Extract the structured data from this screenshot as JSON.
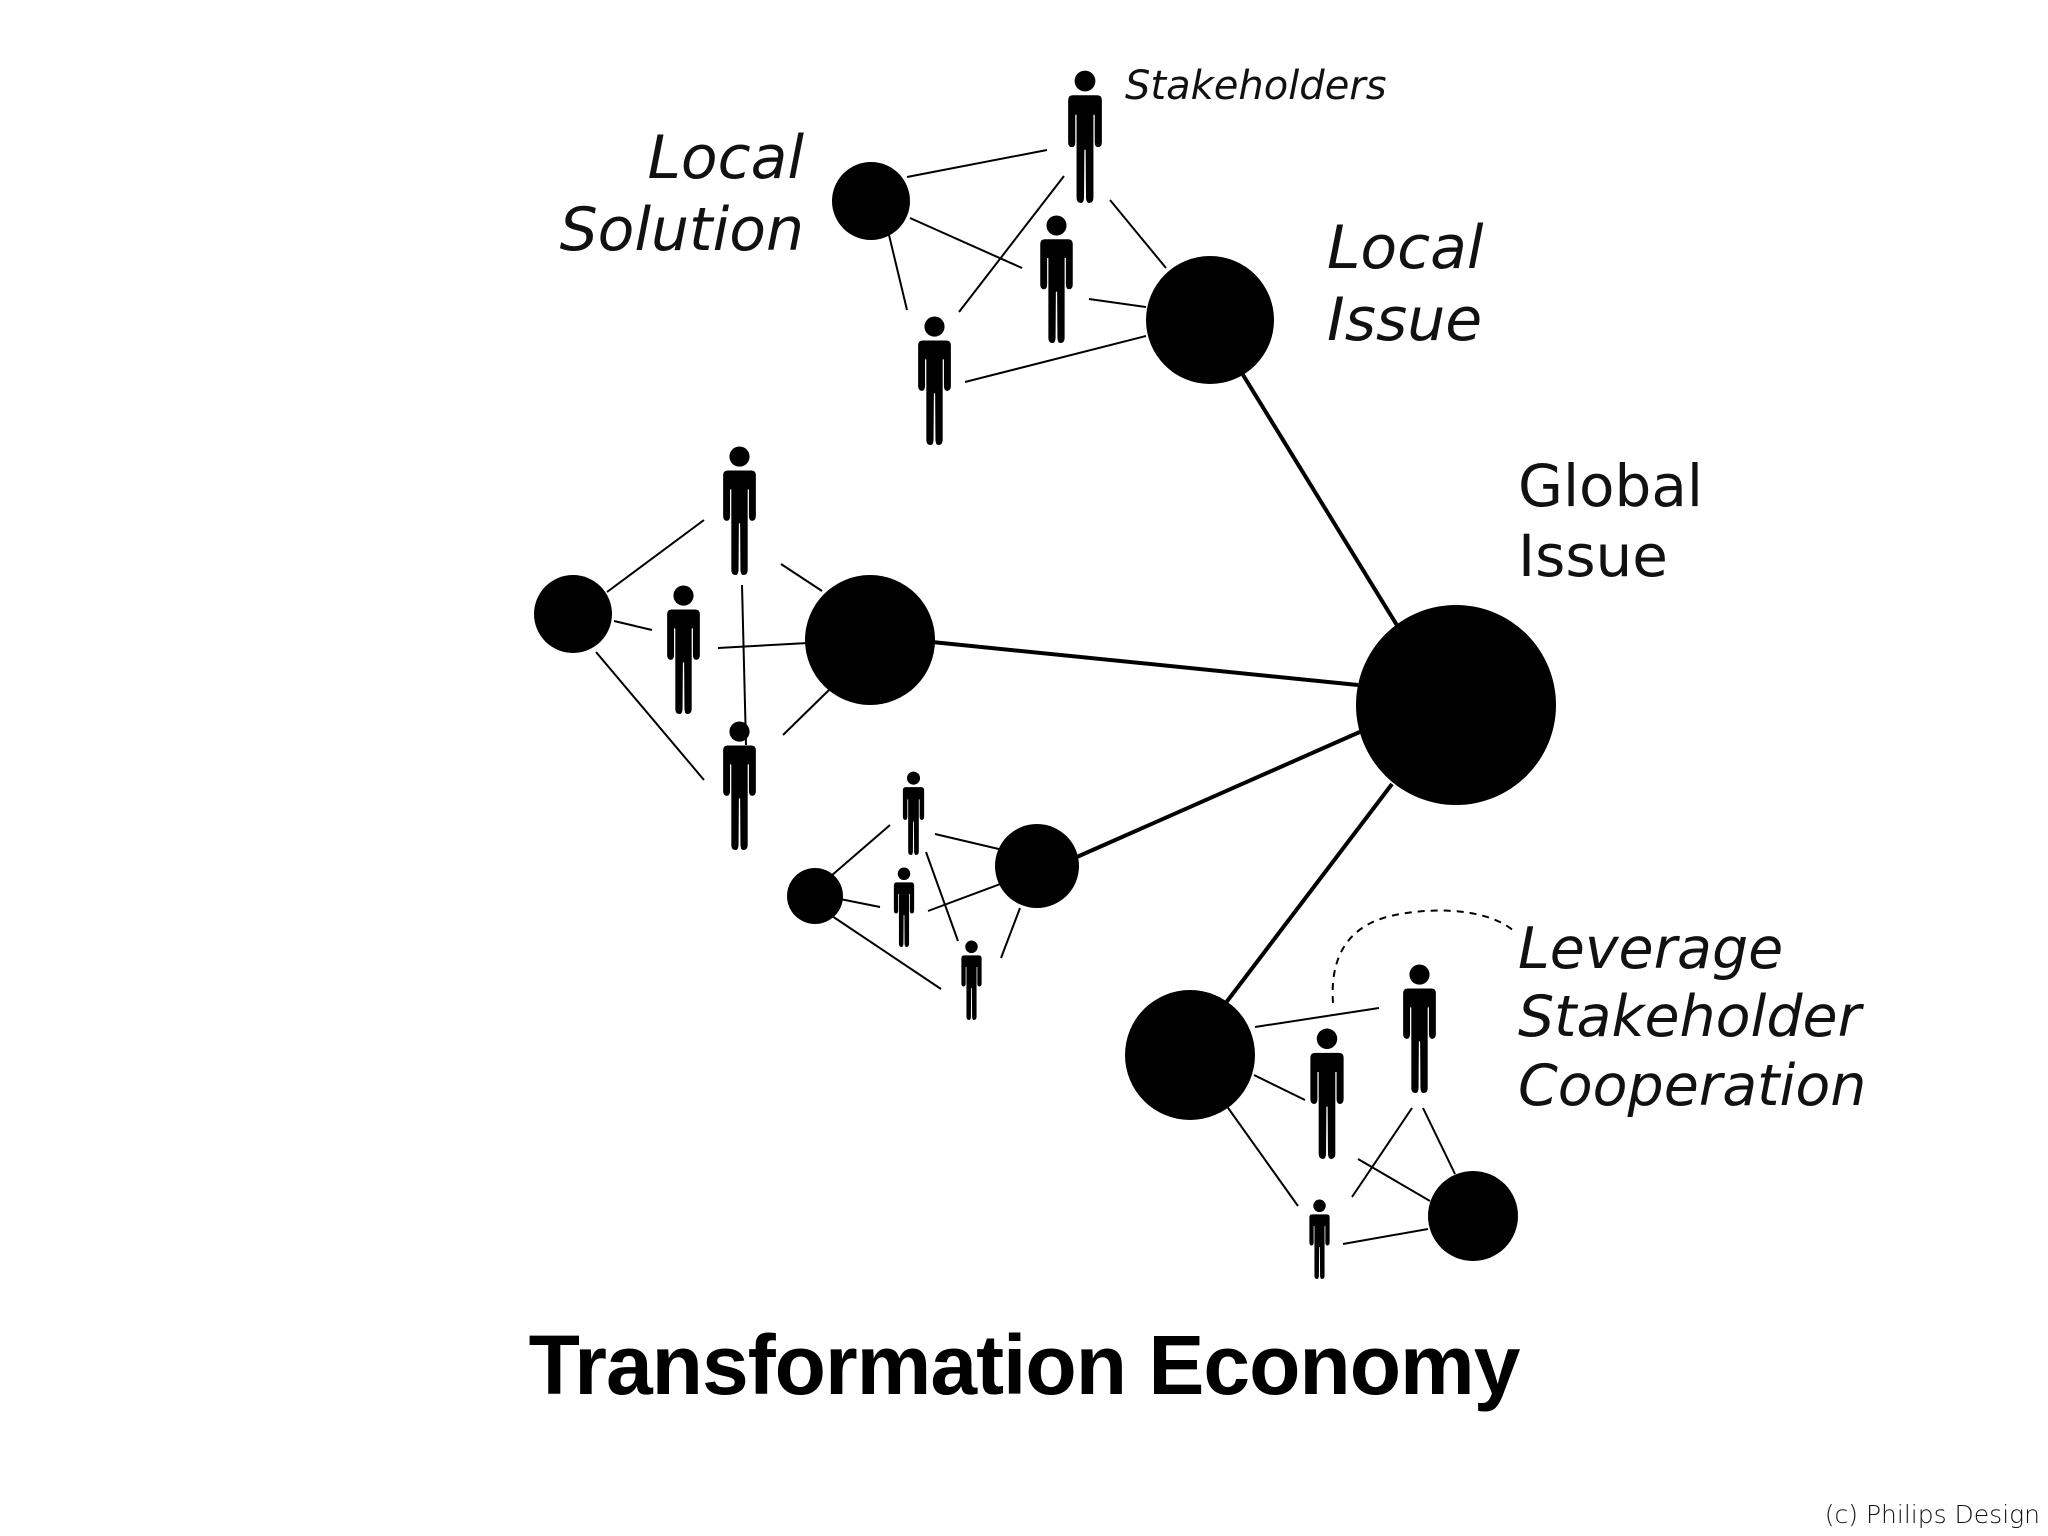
{
  "diagram": {
    "title": "Transformation Economy",
    "labels": {
      "stakeholders": "Stakeholders",
      "local_solution": [
        "Local",
        "Solution"
      ],
      "local_issue": [
        "Local",
        "Issue"
      ],
      "global_issue": [
        "Global",
        "Issue"
      ],
      "leverage": [
        "Leverage",
        "Stakeholder",
        "Cooperation"
      ]
    },
    "credit": "(c) Philips Design",
    "colors": {
      "ink": "#000000",
      "background": "#ffffff"
    }
  }
}
